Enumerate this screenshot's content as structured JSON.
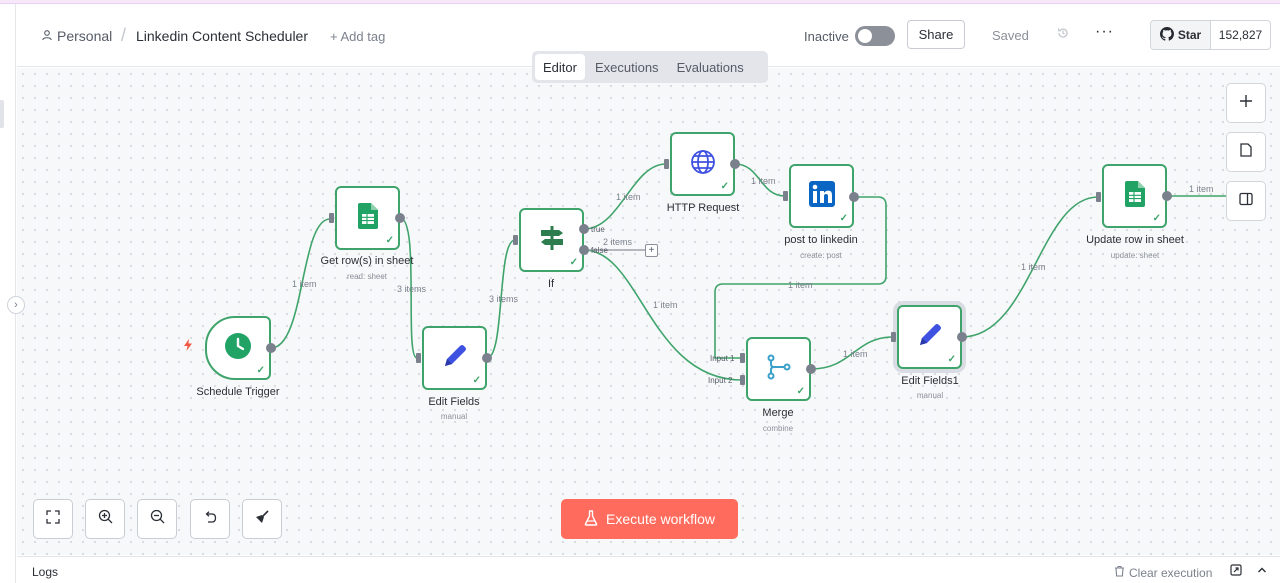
{
  "header": {
    "breadcrumb_personal": "Personal",
    "workflow_title": "Linkedin Content Scheduler",
    "add_tag": "+ Add tag",
    "status_label": "Inactive",
    "share_label": "Share",
    "saved_label": "Saved",
    "github_star_label": "Star",
    "github_star_count": "152,827"
  },
  "tabs": [
    {
      "label": "Editor",
      "active": true
    },
    {
      "label": "Executions",
      "active": false
    },
    {
      "label": "Evaluations",
      "active": false
    }
  ],
  "nodes": [
    {
      "id": "schedule_trigger",
      "title": "Schedule Trigger",
      "subtitle": "",
      "icon": "clock-icon"
    },
    {
      "id": "get_rows",
      "title": "Get row(s) in sheet",
      "subtitle": "read: sheet",
      "icon": "google-sheets-icon"
    },
    {
      "id": "edit_fields",
      "title": "Edit Fields",
      "subtitle": "manual",
      "icon": "pencil-icon"
    },
    {
      "id": "if",
      "title": "If",
      "subtitle": "",
      "icon": "signpost-icon"
    },
    {
      "id": "http_request",
      "title": "HTTP Request",
      "subtitle": "",
      "icon": "globe-icon"
    },
    {
      "id": "post_linkedin",
      "title": "post to linkedin",
      "subtitle": "create: post",
      "icon": "linkedin-icon"
    },
    {
      "id": "merge",
      "title": "Merge",
      "subtitle": "combine",
      "icon": "merge-icon"
    },
    {
      "id": "edit_fields1",
      "title": "Edit Fields1",
      "subtitle": "manual",
      "icon": "pencil-icon"
    },
    {
      "id": "update_row",
      "title": "Update row in sheet",
      "subtitle": "update: sheet",
      "icon": "google-sheets-icon"
    }
  ],
  "edge_labels": {
    "trigger_to_get": "1 item",
    "get_to_edit": "3 items",
    "edit_to_if": "3 items",
    "true_to_http": "1 item",
    "if_false_count": "2 items",
    "http_to_linkedin": "1 item",
    "false_to_merge": "1 item",
    "linkedin_to_merge": "1 item",
    "merge_to_edit1": "1 item",
    "edit1_to_update": "1 item",
    "update_out": "1 item"
  },
  "ports": {
    "if_true": "true",
    "if_false": "false",
    "merge_input1": "Input 1",
    "merge_input2": "Input 2"
  },
  "actions": {
    "execute_label": "Execute workflow"
  },
  "logs": {
    "label": "Logs",
    "clear_label": "Clear execution"
  },
  "colors": {
    "node_border": "#3fa46b",
    "execute_button": "#ff6b5c",
    "trigger_bolt": "#f05a44",
    "sheets_green": "#21a366",
    "linkedin_blue": "#0a66c2",
    "pencil_blue": "#3f51e0"
  }
}
